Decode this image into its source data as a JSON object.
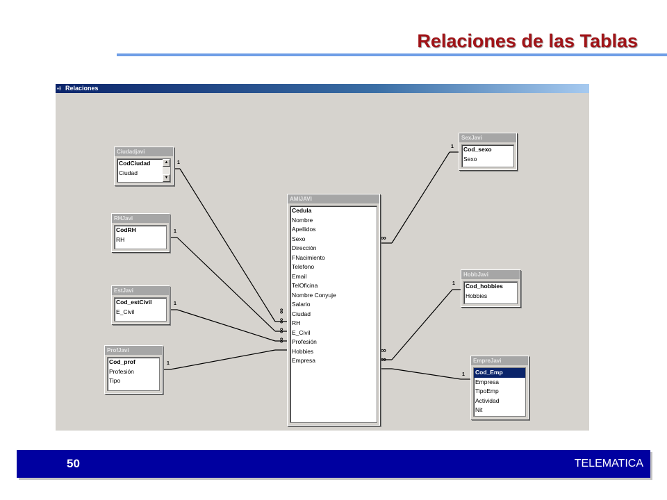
{
  "slide": {
    "title": "Relaciones de las Tablas",
    "page_number": "50",
    "footer_label": "TELEMATICA"
  },
  "window": {
    "title": "Relaciones",
    "icon": "relationships-window-icon"
  },
  "tables": {
    "ciudad": {
      "name": "Ciudadjavi",
      "fields": [
        "CodCiudad",
        "Ciudad"
      ]
    },
    "rh": {
      "name": "RHJavi",
      "fields": [
        "CodRH",
        "RH"
      ]
    },
    "est": {
      "name": "EstJavi",
      "fields": [
        "Cod_estCivil",
        "E_Civil"
      ]
    },
    "prof": {
      "name": "ProfJavi",
      "fields": [
        "Cod_prof",
        "Profesión",
        "Tipo"
      ]
    },
    "ami": {
      "name": "AMIJAVI",
      "fields": [
        "Cedula",
        "Nombre",
        "Apellidos",
        "Sexo",
        "Dirección",
        "FNacimiento",
        "Telefono",
        "Email",
        "TelOficina",
        "Nombre Conyuje",
        "Salario",
        "Ciudad",
        "RH",
        "E_Civil",
        "Profesión",
        "Hobbies",
        "Empresa"
      ]
    },
    "sex": {
      "name": "SexJavi",
      "fields": [
        "Cod_sexo",
        "Sexo"
      ]
    },
    "hobb": {
      "name": "HobbJavi",
      "fields": [
        "Cod_hobbies",
        "Hobbies"
      ]
    },
    "empre": {
      "name": "EmpreJavi",
      "fields": [
        "Cod_Emp",
        "Empresa",
        "TipoEmp",
        "Actividad",
        "Nit"
      ]
    }
  },
  "relationships": {
    "one_label": "1",
    "many_label": "∞"
  },
  "colors": {
    "title": "#a01418",
    "title_rule": "#6f9ee6",
    "footer": "#0000a0",
    "window_bg": "#d6d3ce",
    "selected_field": "#0a246a"
  }
}
